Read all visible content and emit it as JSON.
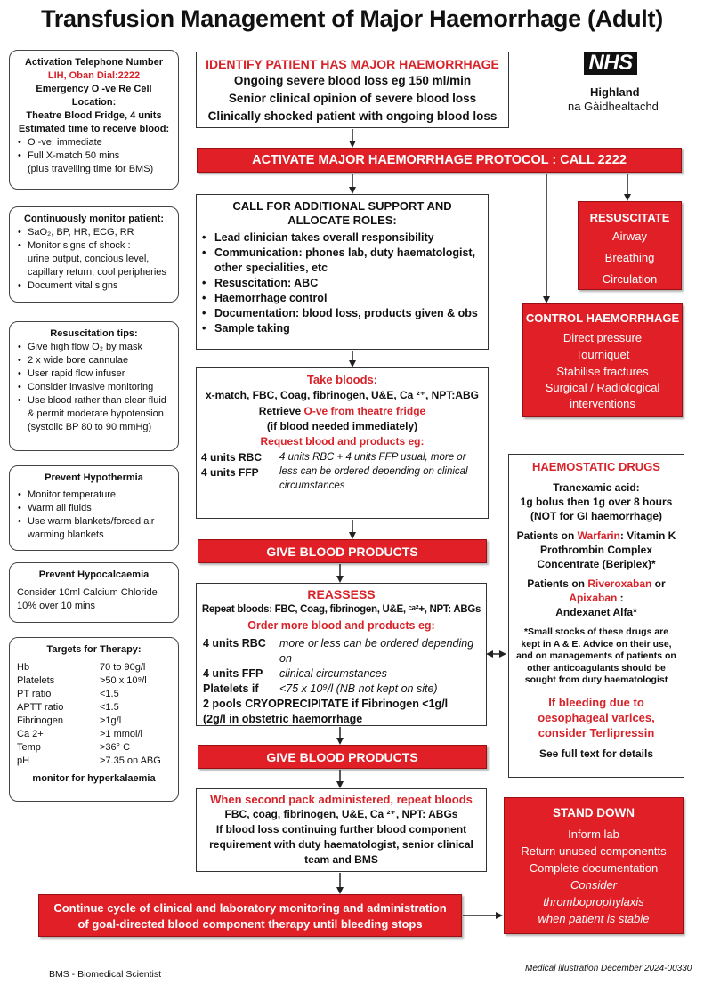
{
  "title": "Transfusion Management of Major Haemorrhage (Adult)",
  "logo": {
    "brand": "NHS",
    "region": "Highland",
    "gaelic": "na Gàidhealtachd"
  },
  "activation": {
    "heading": "Activation Telephone Number",
    "dial": "LIH, Oban Dial:2222",
    "rbc": "Emergency O -ve Re Cell",
    "location_label": "Location:",
    "location": "Theatre Blood Fridge, 4 units",
    "time_heading": "Estimated time to receive blood:",
    "items": [
      "O -ve: immediate",
      "Full X-match 50 mins"
    ],
    "note": "(plus travelling time for BMS)"
  },
  "monitor": {
    "heading": "Continuously monitor patient:",
    "items": [
      "SaO₂, BP, HR, ECG, RR",
      "Monitor signs of shock :"
    ],
    "shock_lines": [
      "urine output, concious level,",
      "capillary return, cool peripheries"
    ],
    "last": "Document vital signs"
  },
  "resus_tips": {
    "heading": "Resuscitation tips:",
    "items": [
      "Give high flow O₂ by mask",
      "2 x wide bore cannulae",
      "User rapid flow infuser",
      "Consider invasive monitoring",
      "Use blood rather than clear fluid & permit moderate hypotension (systolic BP 80 to 90 mmHg)"
    ]
  },
  "hypothermia": {
    "heading": "Prevent Hypothermia",
    "items": [
      "Monitor temperature",
      "Warm all fluids",
      "Use warm blankets/forced air warming blankets"
    ]
  },
  "hypocalcaemia": {
    "heading": "Prevent Hypocalcaemia",
    "text": "Consider 10ml Calcium Chloride 10% over 10 mins"
  },
  "targets": {
    "heading": "Targets for Therapy:",
    "rows": [
      {
        "name": "Hb",
        "value": "70 to 90g/l"
      },
      {
        "name": "Platelets",
        "value": ">50 x 10⁹/l"
      },
      {
        "name": "PT ratio",
        "value": "<1.5"
      },
      {
        "name": "APTT ratio",
        "value": "<1.5"
      },
      {
        "name": "Fibrinogen",
        "value": ">1g/l"
      },
      {
        "name": "Ca 2+",
        "value": ">1 mmol/l"
      },
      {
        "name": "Temp",
        "value": ">36° C"
      },
      {
        "name": "pH",
        "value": ">7.35 on ABG"
      }
    ],
    "footer": "monitor for hyperkalaemia"
  },
  "identify": {
    "heading": "IDENTIFY PATIENT HAS MAJOR HAEMORRHAGE",
    "lines": [
      "Ongoing severe blood loss eg 150 ml/min",
      "Senior clinical opinion of severe blood loss",
      "Clinically shocked patient with ongoing blood loss"
    ]
  },
  "activate_bar": "ACTIVATE MAJOR HAEMORRHAGE PROTOCOL : CALL 2222",
  "support": {
    "heading": "CALL FOR ADDITIONAL SUPPORT AND ALLOCATE ROLES:",
    "items": [
      "Lead clinician takes overall responsibility",
      "Communication: phones lab, duty haematologist, other specialities, etc",
      "Resuscitation: ABC",
      "Haemorrhage control",
      "Documentation: blood loss, products given & obs",
      "Sample taking"
    ]
  },
  "resuscitate": {
    "heading": "RESUSCITATE",
    "items": [
      "Airway",
      "Breathing",
      "Circulation"
    ]
  },
  "control": {
    "heading": "CONTROL HAEMORRHAGE",
    "items": [
      "Direct pressure",
      "Tourniquet",
      "Stabilise fractures",
      "Surgical / Radiological interventions"
    ]
  },
  "bloods": {
    "heading": "Take bloods:",
    "tests": "x-match, FBC, Coag, fibrinogen, U&E, Ca ²⁺, NPT:ABG",
    "retrieve_prefix": "Retrieve ",
    "retrieve_red": "O-ve from theatre fridge",
    "retrieve_note": "(if blood needed immediately)",
    "request": "Request blood and products eg:",
    "units": [
      "4 units RBC",
      "4 units FFP"
    ],
    "note": "4 units RBC + 4 units FFP usual, more or less can be ordered depending on clinical circumstances"
  },
  "give_bar_1": "GIVE BLOOD PRODUCTS",
  "reassess": {
    "heading": "REASSESS",
    "repeat": "Repeat bloods: FBC, Coag, fibrinogen, U&E, ᶜᵃ²+, NPT: ABGs",
    "order": "Order more  blood and products eg:",
    "rows": [
      {
        "k": "4 units RBC",
        "v": "more or less can be ordered depending on"
      },
      {
        "k": "4 units FFP",
        "v": "clinical circumstances"
      },
      {
        "k": "Platelets if",
        "v": "<75 x 10⁹/l (NB not kept on site)"
      }
    ],
    "cryo": "2 pools CRYOPRECIPITATE if Fibrinogen <1g/l",
    "cryo2": "(2g/l in obstetric haemorrhage"
  },
  "give_bar_2": "GIVE BLOOD PRODUCTS",
  "second_pack": {
    "heading": "When second pack administered, repeat bloods",
    "lines": [
      "FBC, coag, fibrinogen, U&E, Ca ²⁺, NPT: ABGs",
      "If blood loss continuing further blood component requirement with duty haematologist, senior clinical team and BMS"
    ]
  },
  "continue_bar": "Continue cycle of clinical and laboratory monitoring and administration of goal-directed blood component therapy until bleeding stops",
  "drugs": {
    "heading": "HAEMOSTATIC DRUGS",
    "txa_label": "Tranexamic acid:",
    "txa": "1g bolus then 1g over 8 hours (NOT for GI haemorrhage)",
    "warfarin_prefix": "Patients on ",
    "warfarin": "Warfarin",
    "warfarin_suffix": ": Vitamin K Prothrombin Complex Concentrate (Beriplex)*",
    "riva_prefix": "Patients on ",
    "riva": "Riveroxaban",
    "riva_or": " or",
    "apix": "Apixaban",
    "apix_suffix": " :",
    "andexanet": "Andexanet Alfa*",
    "note": "*Small stocks of these drugs are kept in A & E. Advice on their use, and on managements of patients on other anticoagulants should be sought from duty haematologist",
    "varices": "If bleeding due to oesophageal varices, consider Terlipressin",
    "see": "See full text for details"
  },
  "stand_down": {
    "heading": "STAND DOWN",
    "items": [
      "Inform lab",
      "Return unused componentts",
      "Complete documentation"
    ],
    "italic": [
      "Consider",
      "thromboprophylaxis",
      "when patient is stable"
    ]
  },
  "footer_left": "BMS - Biomedical Scientist",
  "footer_right": "Medical illustration December 2024-00330"
}
